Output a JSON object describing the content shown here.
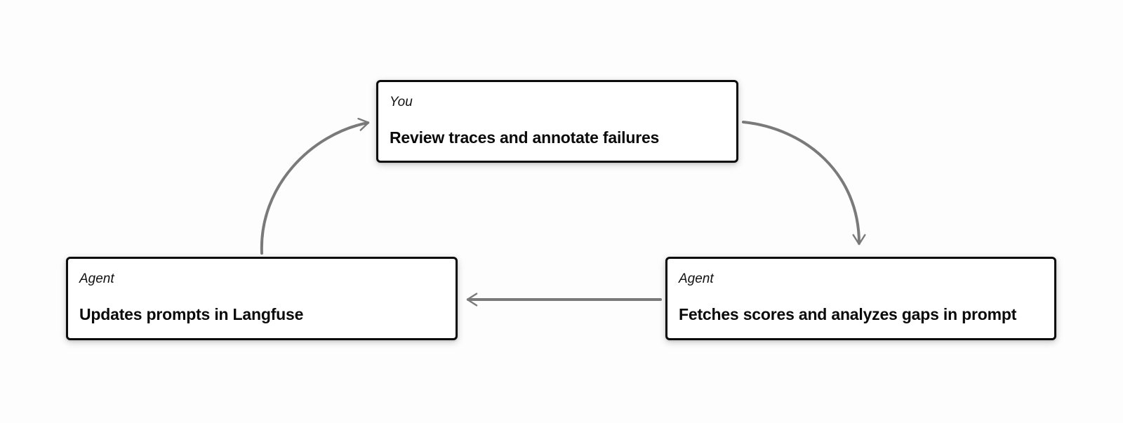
{
  "diagram": {
    "type": "cycle-flow",
    "nodes": {
      "you": {
        "label": "You",
        "title": "Review traces and annotate failures"
      },
      "agent_update": {
        "label": "Agent",
        "title": "Updates prompts in Langfuse"
      },
      "agent_fetch": {
        "label": "Agent",
        "title": "Fetches scores and analyzes gaps in prompt"
      }
    },
    "edges": [
      {
        "from": "agent_update",
        "to": "you",
        "style": "curved"
      },
      {
        "from": "you",
        "to": "agent_fetch",
        "style": "curved"
      },
      {
        "from": "agent_fetch",
        "to": "agent_update",
        "style": "straight"
      }
    ],
    "colors": {
      "background": "#fdfdfd",
      "box_fill": "#ffffff",
      "box_border": "#0b0b0b",
      "arrow": "#7a7a7a",
      "text": "#111111"
    }
  }
}
